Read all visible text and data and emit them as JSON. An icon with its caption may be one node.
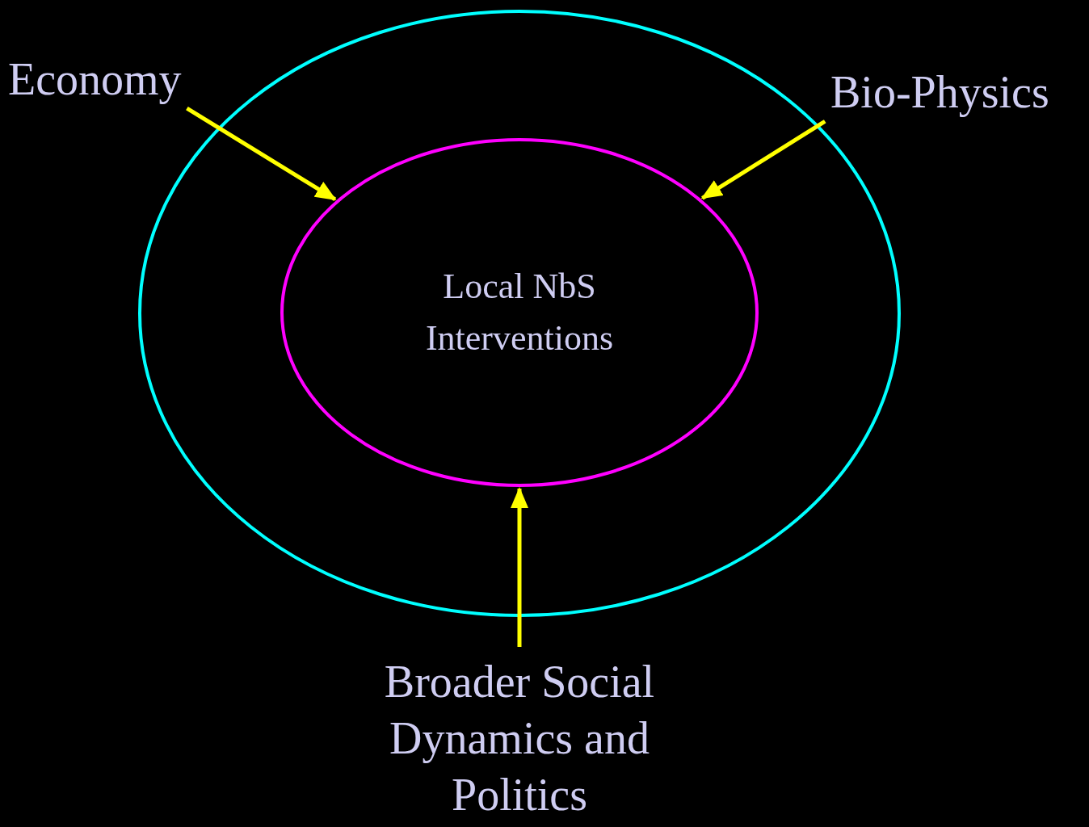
{
  "diagram": {
    "nodes": [
      {
        "text": [
          "Economy"
        ]
      },
      {
        "text": [
          "Bio-Physics"
        ]
      },
      {
        "text": [],
        "shape": "circle"
      },
      {
        "text": [
          "Local NbS Interventions"
        ],
        "in": 2
      },
      {
        "text": [
          "Broader Social Dynamics and Politics"
        ]
      }
    ],
    "edges": [
      {
        "from": 0,
        "to": 3,
        "arrow": "to"
      },
      {
        "from": 1,
        "to": 3,
        "arrow": "to"
      },
      {
        "from": 4,
        "to": 3,
        "arrow": "to"
      }
    ]
  }
}
